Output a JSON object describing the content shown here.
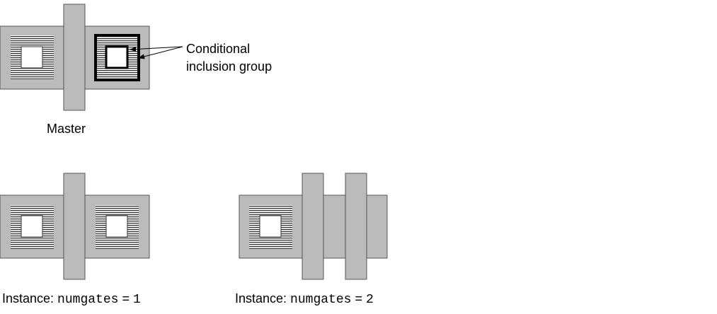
{
  "master": {
    "caption": "Master",
    "annotation_line1": "Conditional",
    "annotation_line2": "inclusion group"
  },
  "instance1": {
    "prefix": "Instance: ",
    "param": "numgates",
    "equals": " = ",
    "value": "1"
  },
  "instance2": {
    "prefix": "Instance: ",
    "param": "numgates",
    "equals": " = ",
    "value": "2"
  },
  "colors": {
    "diffusion_fill": "#bbbbbb",
    "hatch_line": "#333333",
    "outline": "#555555",
    "highlight": "#000000"
  }
}
